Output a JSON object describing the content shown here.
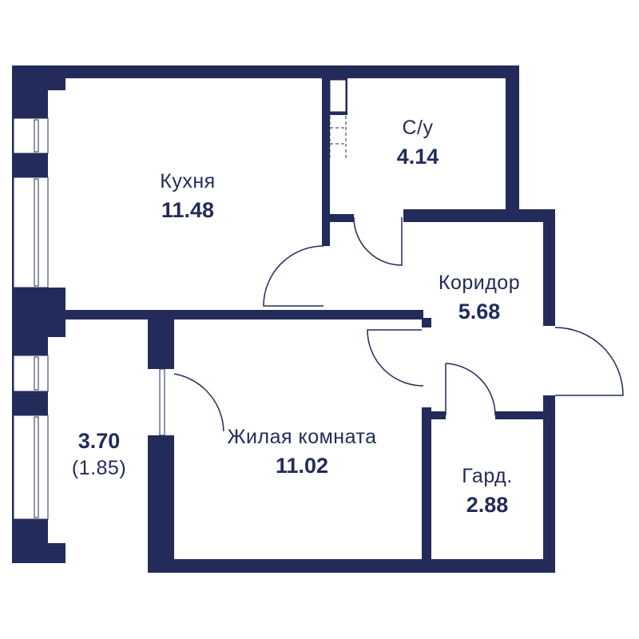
{
  "colors": {
    "wall": "#232b5a",
    "background": "#ffffff"
  },
  "rooms": [
    {
      "name": "Кухня",
      "area": "11.48"
    },
    {
      "name": "С/у",
      "area": "4.14"
    },
    {
      "name": "Коридор",
      "area": "5.68"
    },
    {
      "name": "Жилая комната",
      "area": "11.02"
    },
    {
      "name": "Гард.",
      "area": "2.88"
    }
  ],
  "balcony": {
    "area": "3.70",
    "reduced_area": "(1.85)"
  }
}
